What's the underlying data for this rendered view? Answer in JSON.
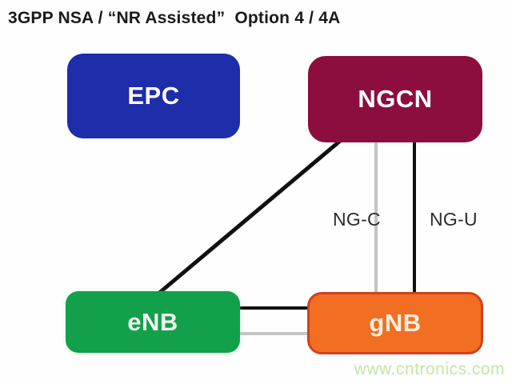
{
  "title": "3GPP NSA / “NR Assisted”  Option 4 / 4A",
  "nodes": {
    "epc": {
      "label": "EPC",
      "fill": "#1e2daa"
    },
    "ngcn": {
      "label": "NGCN",
      "fill": "#8c0e3e"
    },
    "enb": {
      "label": "eNB",
      "fill": "#12a04b"
    },
    "gnb": {
      "label": "gNB",
      "fill": "#f26e23",
      "border": "#d1401e"
    }
  },
  "edges": {
    "ngcn_to_enb": {
      "color": "#111111"
    },
    "ng_c": {
      "label": "NG-C",
      "color": "#c4c4c4"
    },
    "ng_u": {
      "label": "NG-U",
      "color": "#111111"
    },
    "enb_gnb_primary": {
      "color": "#111111"
    },
    "enb_gnb_secondary": {
      "color": "#c4c4c4"
    }
  },
  "watermark": {
    "text": "www.cntronics.com",
    "color": "#c3e6a5"
  }
}
